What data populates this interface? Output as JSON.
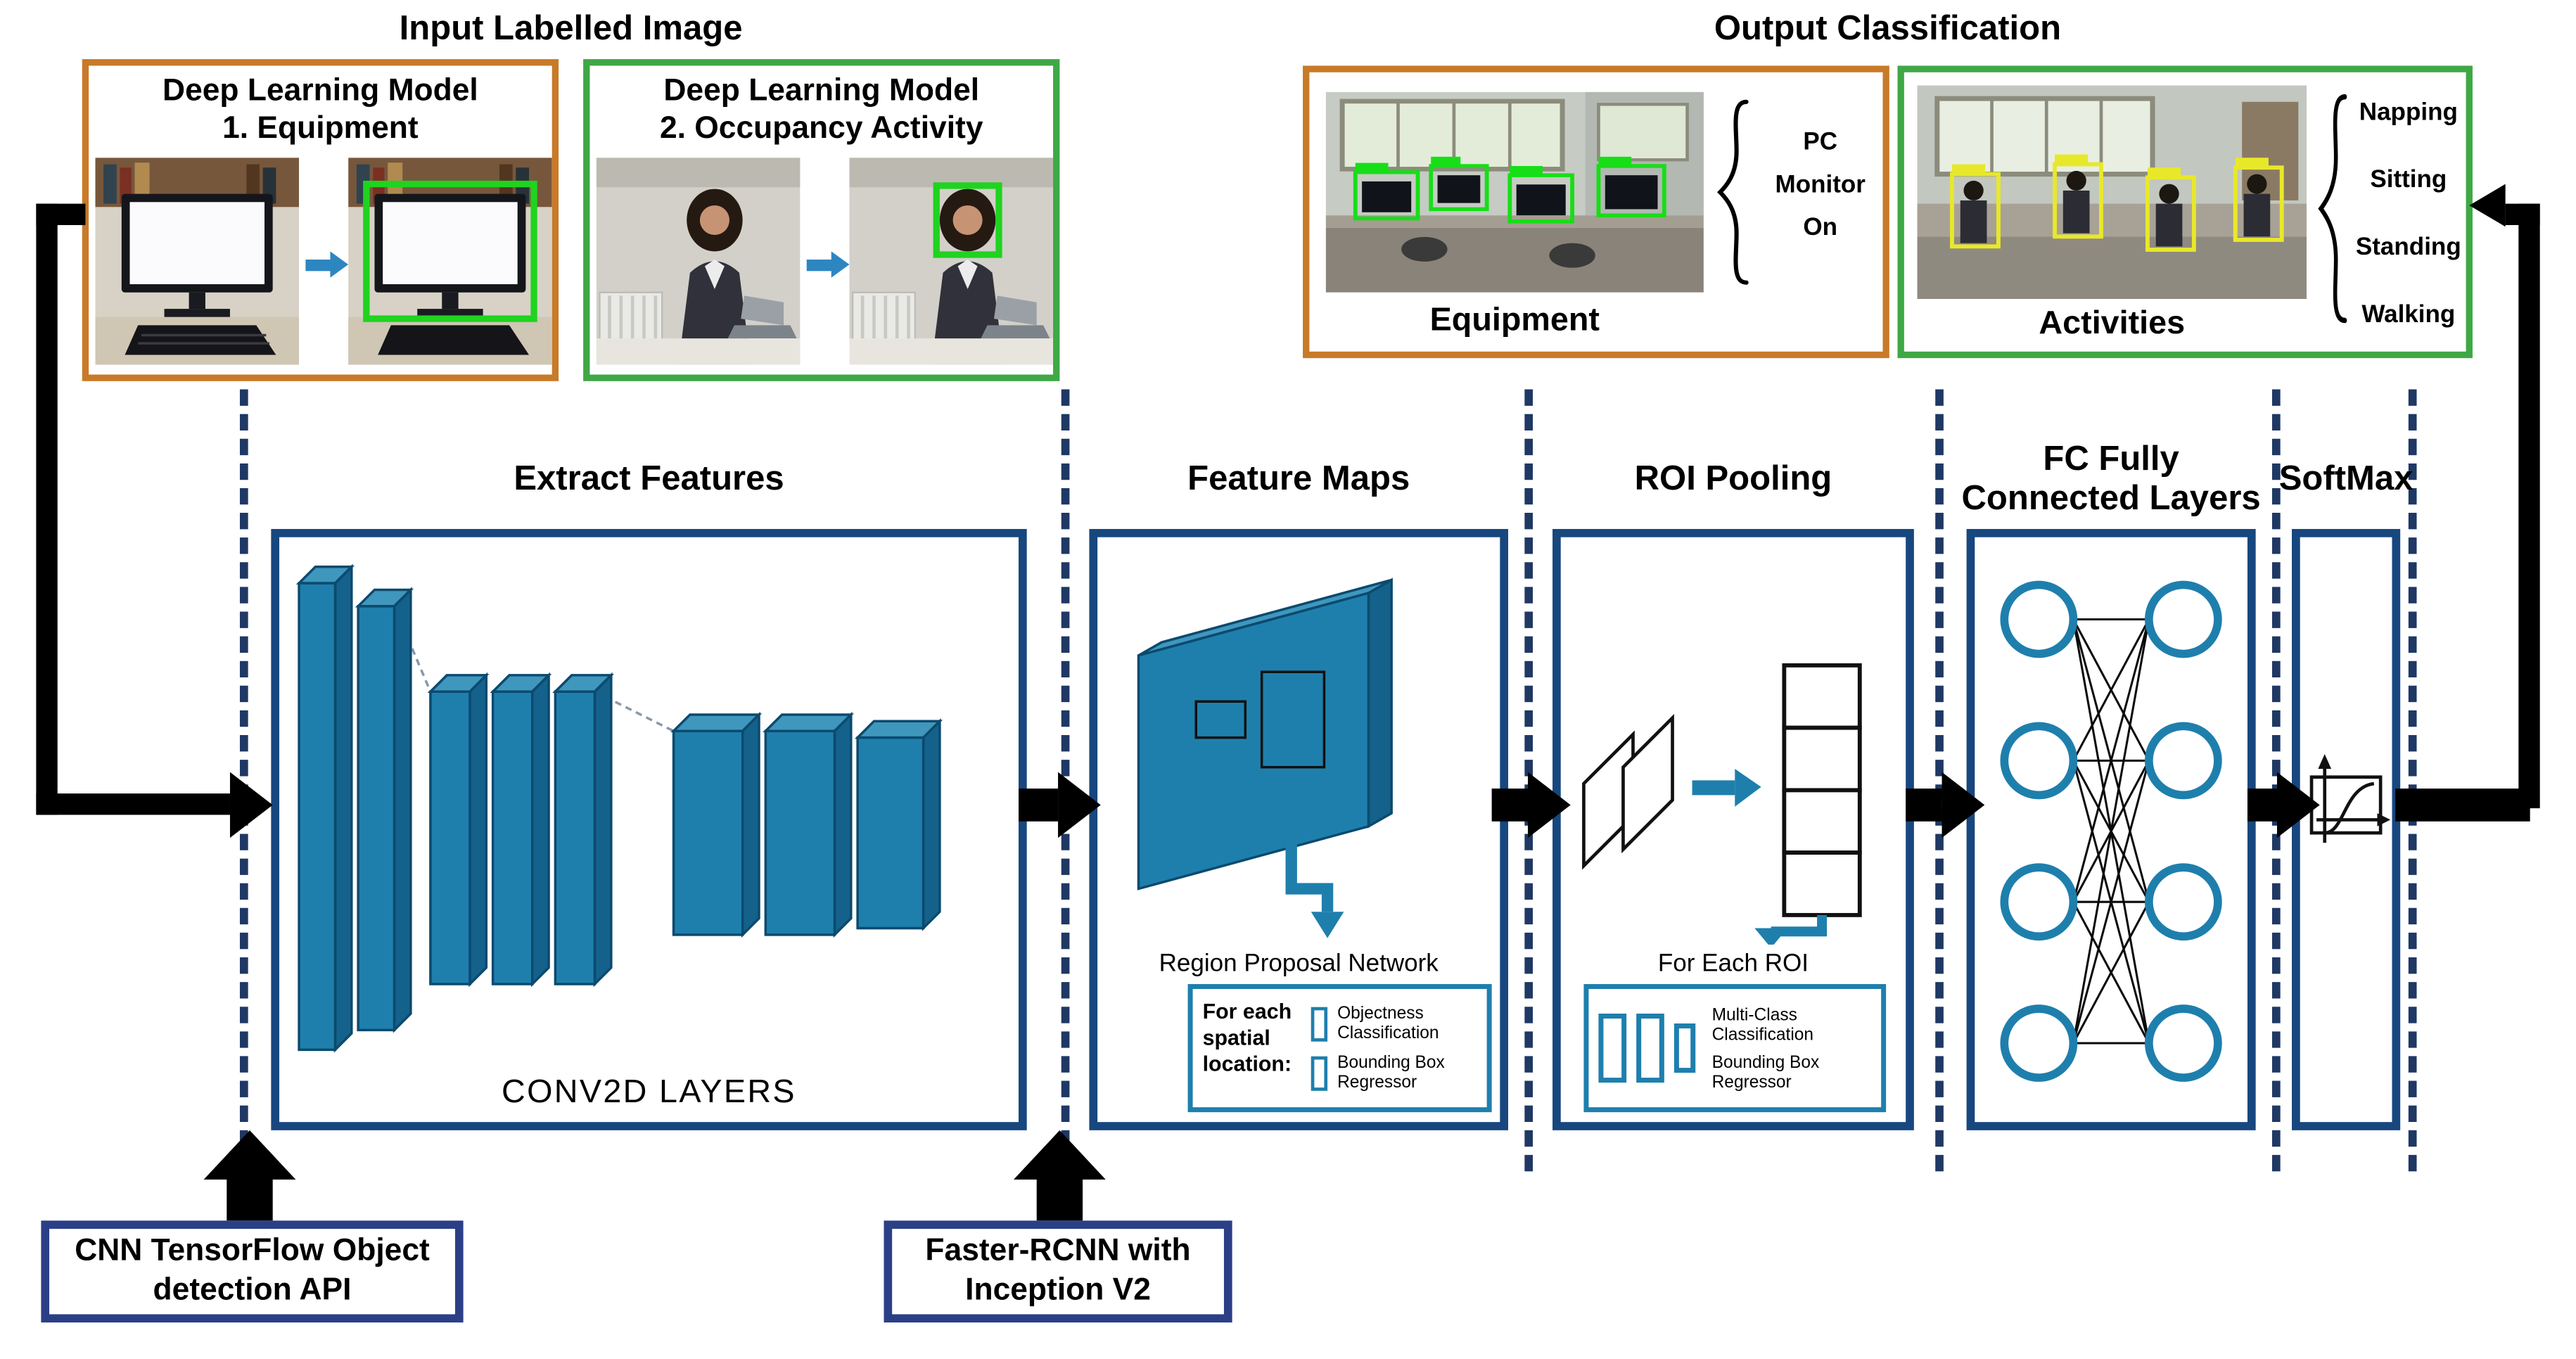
{
  "colors": {
    "orange_border": "#C87A28",
    "green_border": "#3FA845",
    "navy_dash": "#1F3864",
    "stage_border": "#17477E",
    "note_border": "#2B3F87",
    "teal": "#1E7FAD",
    "arrow_black": "#000000",
    "bbox_green": "#1FD31F",
    "bbox_yellow": "#E8E82A"
  },
  "input_section": {
    "title": "Input Labelled Image",
    "equipment_model": {
      "title_line1": "Deep Learning Model",
      "title_line2": "1. Equipment"
    },
    "occupancy_model": {
      "title_line1": "Deep Learning Model",
      "title_line2": "2. Occupancy Activity"
    }
  },
  "output_section": {
    "title": "Output Classification",
    "equipment": {
      "caption": "Equipment",
      "classes": [
        "PC",
        "Monitor",
        "On"
      ]
    },
    "activities": {
      "caption": "Activities",
      "classes": [
        "Napping",
        "Sitting",
        "Standing",
        "Walking"
      ]
    }
  },
  "pipeline": {
    "extract": {
      "title": "Extract Features",
      "layers_label": "CONV2D LAYERS"
    },
    "feature_maps": {
      "title": "Feature Maps",
      "rpn_label": "Region Proposal Network",
      "rpn_left": "For each spatial location:",
      "rpn_items": [
        {
          "line1": "Objectness",
          "line2": "Classification"
        },
        {
          "line1": "Bounding Box",
          "line2": "Regressor"
        }
      ]
    },
    "roi": {
      "title": "ROI Pooling",
      "roi_label": "For Each ROI",
      "roi_items": [
        {
          "line1": "Multi-Class",
          "line2": "Classification"
        },
        {
          "line1": "Bounding Box",
          "line2": "Regressor"
        }
      ]
    },
    "fc": {
      "title_line1": "FC Fully",
      "title_line2": "Connected Layers"
    },
    "softmax": {
      "title": "SoftMax"
    }
  },
  "annotations": {
    "cnn_api": {
      "line1": "CNN TensorFlow Object",
      "line2": "detection API"
    },
    "faster_rcnn": {
      "line1": "Faster-RCNN with",
      "line2": "Inception V2"
    }
  }
}
